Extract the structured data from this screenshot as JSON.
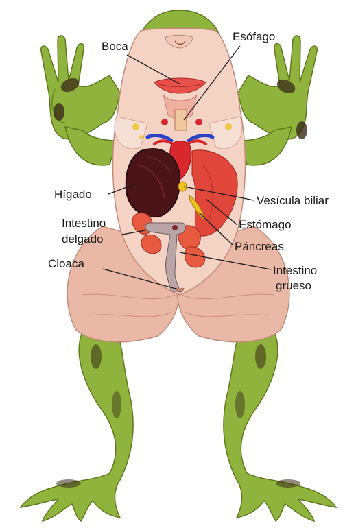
{
  "labels": {
    "boca": "Boca",
    "esofago": "Esófago",
    "higado": "Hígado",
    "vesicula": "Vesícula biliar",
    "intestino_delgado_1": "Intestino",
    "intestino_delgado_2": "delgado",
    "estomago": "Estómago",
    "pancreas": "Páncreas",
    "cloaca": "Cloaca",
    "intestino_grueso_1": "Intestino",
    "intestino_grueso_2": "grueso"
  },
  "colors": {
    "skin_green": "#8fb33c",
    "skin_green_dark": "#5c7a1e",
    "skin_spot": "#3a2a18",
    "inner_skin": "#f4d3c4",
    "muscle": "#e9b8a6",
    "liver": "#4a1418",
    "heart": "#d8282e",
    "stomach": "#e0463a",
    "intestine_small": "#e75a3f",
    "intestine_large": "#b9a4a8",
    "bile": "#f0c020",
    "vein_blue": "#2a44c8"
  }
}
